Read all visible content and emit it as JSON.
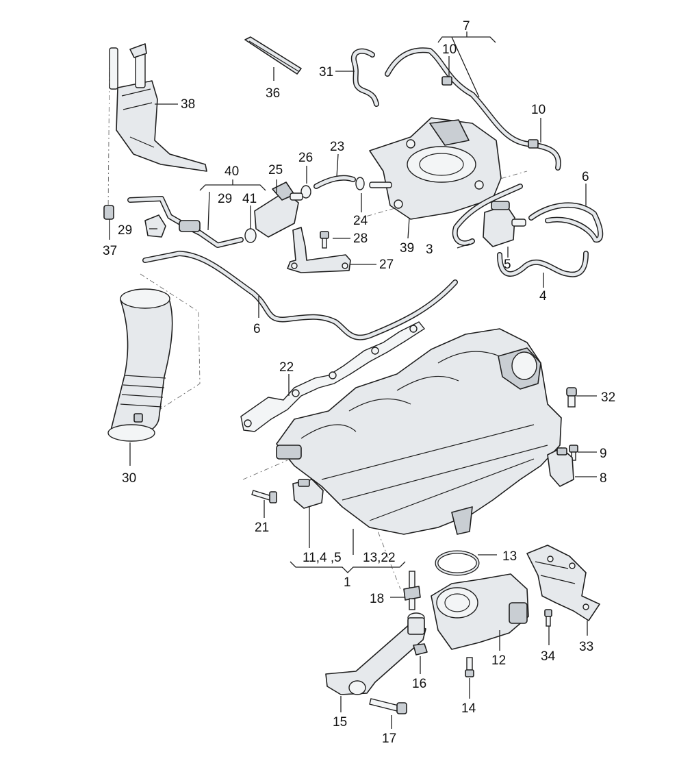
{
  "callouts": {
    "c1": "1",
    "c3": "3",
    "c4": "4",
    "c5": "5",
    "c6a": "6",
    "c6b": "6",
    "c7": "7",
    "c8": "8",
    "c9": "9",
    "c10a": "10",
    "c10b": "10",
    "c11": "11,4 ,5",
    "c12": "12",
    "c13a": "13",
    "c13b": "13,22",
    "c14": "14",
    "c15": "15",
    "c16": "16",
    "c17": "17",
    "c18": "18",
    "c21": "21",
    "c22": "22",
    "c23": "23",
    "c24": "24",
    "c25": "25",
    "c26": "26",
    "c27": "27",
    "c28": "28",
    "c29a": "29",
    "c29b": "29",
    "c30": "30",
    "c31": "31",
    "c32": "32",
    "c33": "33",
    "c34": "34",
    "c36": "36",
    "c37": "37",
    "c38": "38",
    "c39": "39",
    "c40": "40",
    "c41": "41"
  }
}
